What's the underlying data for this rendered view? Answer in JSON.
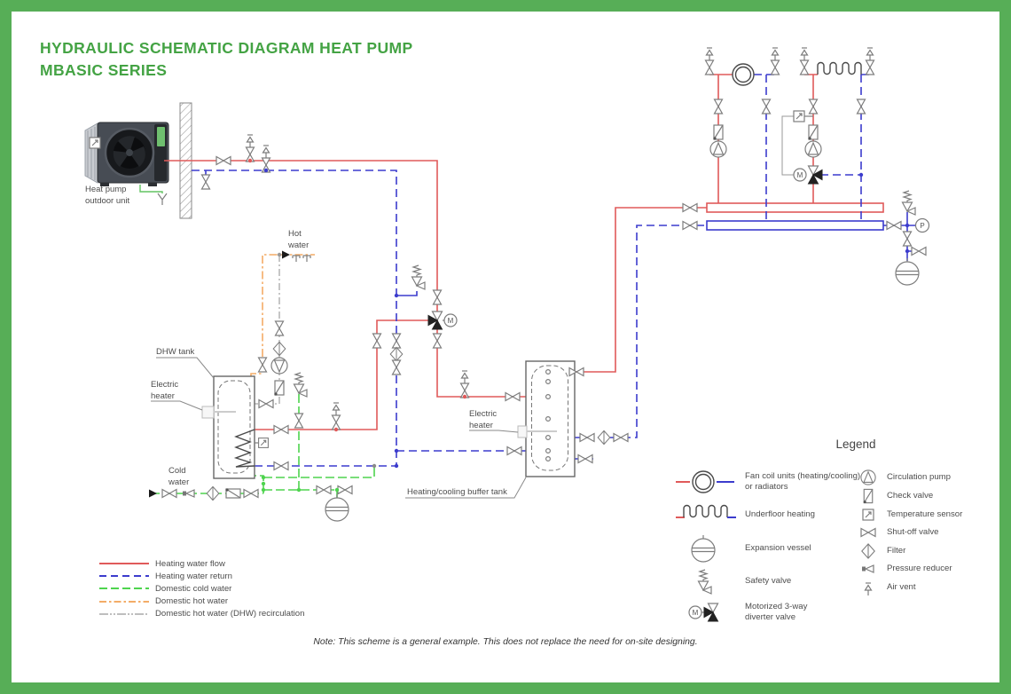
{
  "title": {
    "line1": "HYDRAULIC SCHEMATIC DIAGRAM HEAT PUMP",
    "line2": "MBASIC SERIES"
  },
  "note": "Note: This scheme is a general example. This does not replace the need for on-site designing.",
  "colors": {
    "accent_green": "#57ae57",
    "heating_flow_red": "#e05a5a",
    "heating_return_blue": "#3c3ccd",
    "domestic_cold_green": "#4ed44e",
    "domestic_hot_orange": "#f3ac67",
    "dhw_recirculation_gray": "#a8a8a8"
  },
  "icons": {
    "motor_letter": "M",
    "pressure_gauge_letter": "P"
  },
  "diagram_labels": {
    "heat_pump_1": "Heat pump",
    "heat_pump_2": "outdoor unit",
    "hot_water_1": "Hot",
    "hot_water_2": "water",
    "dhw_tank": "DHW tank",
    "dhw_heater_1": "Electric",
    "dhw_heater_2": "heater",
    "cold_water_1": "Cold",
    "cold_water_2": "water",
    "buffer_heater_1": "Electric",
    "buffer_heater_2": "heater",
    "buffer_tank": "Heating/cooling buffer tank"
  },
  "line_legend": [
    {
      "label": "Heating water flow"
    },
    {
      "label": "Heating water return"
    },
    {
      "label": "Domestic cold water"
    },
    {
      "label": "Domestic hot water"
    },
    {
      "label": "Domestic hot water (DHW) recirculation"
    }
  ],
  "symbol_legend": {
    "title": "Legend",
    "left": [
      {
        "label": "Fan coil units (heating/cooling)\nor radiators"
      },
      {
        "label": "Underfloor heating"
      },
      {
        "label": "Expansion vessel"
      },
      {
        "label": "Safety valve"
      },
      {
        "label": "Motorized 3-way\ndiverter valve"
      }
    ],
    "right": [
      {
        "label": "Circulation pump"
      },
      {
        "label": "Check valve"
      },
      {
        "label": "Temperature sensor"
      },
      {
        "label": "Shut-off valve"
      },
      {
        "label": "Filter"
      },
      {
        "label": "Pressure reducer"
      },
      {
        "label": "Air vent"
      }
    ]
  }
}
